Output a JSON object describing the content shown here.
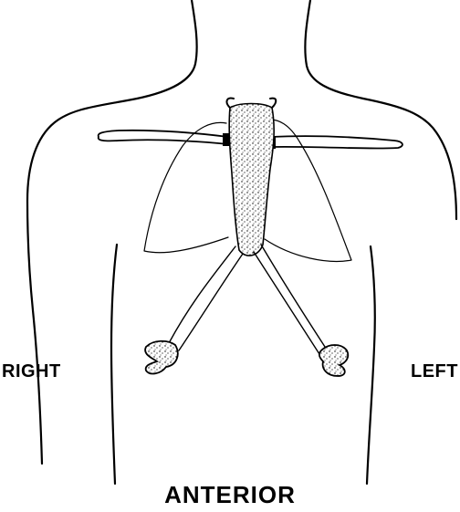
{
  "labels": {
    "right": "RIGHT",
    "left": "LEFT",
    "view": "ANTERIOR"
  },
  "colors": {
    "ink": "#000000",
    "background": "#ffffff"
  }
}
